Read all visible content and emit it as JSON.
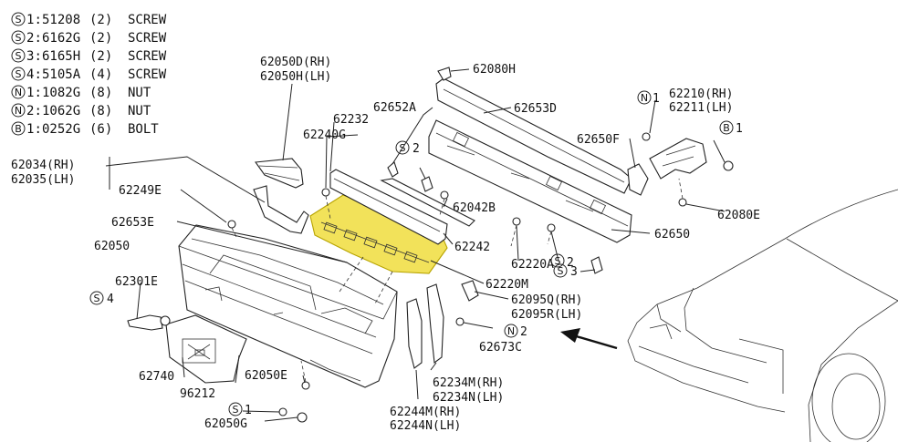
{
  "legend": [
    {
      "sym": "S",
      "idx": "1",
      "code": "51208",
      "qty": "(2)",
      "kind": "SCREW"
    },
    {
      "sym": "S",
      "idx": "2",
      "code": "6162G",
      "qty": "(2)",
      "kind": "SCREW"
    },
    {
      "sym": "S",
      "idx": "3",
      "code": "6165H",
      "qty": "(2)",
      "kind": "SCREW"
    },
    {
      "sym": "S",
      "idx": "4",
      "code": "5105A",
      "qty": "(4)",
      "kind": "SCREW"
    },
    {
      "sym": "N",
      "idx": "1",
      "code": "1082G",
      "qty": "(8)",
      "kind": "NUT"
    },
    {
      "sym": "N",
      "idx": "2",
      "code": "1062G",
      "qty": "(8)",
      "kind": "NUT"
    },
    {
      "sym": "B",
      "idx": "1",
      "code": "0252G",
      "qty": "(6)",
      "kind": "BOLT"
    }
  ],
  "labels": {
    "p62050D": "62050D(RH)",
    "p62050H": "62050H(LH)",
    "p62080H": "62080H",
    "p62652A": "62652A",
    "p62232": "62232",
    "p62240G": "62240G",
    "p62653D": "62653D",
    "p62210": "62210(RH)",
    "p62211": "62211(LH)",
    "p62650F": "62650F",
    "p62034": "62034(RH)",
    "p62035": "62035(LH)",
    "p62249E": "62249E",
    "p62042B": "62042B",
    "p62080E": "62080E",
    "p62653E": "62653E",
    "p62650": "62650",
    "p62050": "62050",
    "p62242": "62242",
    "p62220A": "62220A",
    "p62220M": "62220M",
    "p62301E": "62301E",
    "p62095Q": "62095Q(RH)",
    "p62095R": "62095R(LH)",
    "p62673C": "62673C",
    "p62740": "62740",
    "p62050E": "62050E",
    "p96212": "96212",
    "p62234M": "62234M(RH)",
    "p62234N": "62234N(LH)",
    "p62244M": "62244M(RH)",
    "p62244N": "62244N(LH)",
    "p62050G": "62050G"
  },
  "callouts": {
    "s2_upper": {
      "sym": "S",
      "num": "2"
    },
    "n1": {
      "sym": "N",
      "num": "1"
    },
    "b1": {
      "sym": "B",
      "num": "1"
    },
    "s3": {
      "sym": "S",
      "num": "3"
    },
    "s2_mid": {
      "sym": "S",
      "num": "2"
    },
    "s4": {
      "sym": "S",
      "num": "4"
    },
    "n2": {
      "sym": "N",
      "num": "2"
    },
    "s1": {
      "sym": "S",
      "num": "1"
    }
  },
  "colors": {
    "highlight": "#f2e25a",
    "highlight_stroke": "#b8a400",
    "line": "#222222"
  }
}
